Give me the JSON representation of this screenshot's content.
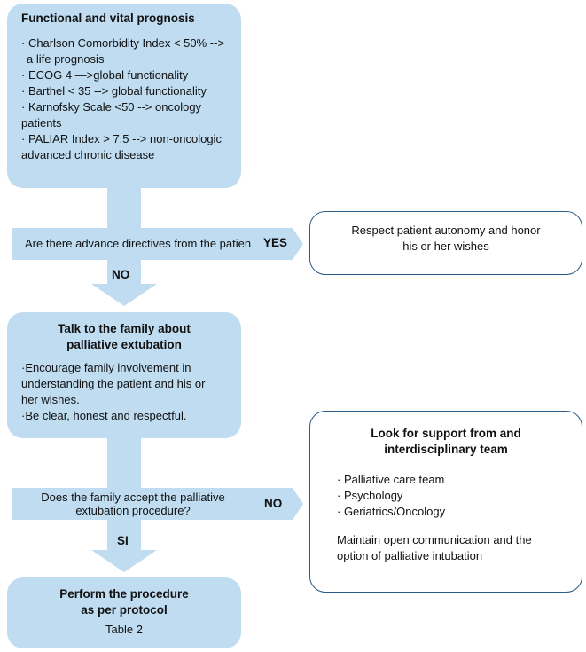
{
  "box1": {
    "title": "Functional and vital prognosis",
    "items": [
      "· Charlson Comorbidity Index < 50% -->",
      "  a life prognosis",
      "· ECOG 4 —>global functionality",
      "· Barthel < 35 --> global functionality",
      "· Karnofsky Scale <50 --> oncology",
      "patients",
      "· PALIAR Index > 7.5 --> non-oncologic",
      "advanced chronic disease"
    ]
  },
  "decision1": {
    "question": "Are there advance directives from the patien",
    "yes_label": "YES",
    "no_label": "NO"
  },
  "respect_box": {
    "lines": [
      "Respect patient autonomy and honor",
      "his or her wishes"
    ]
  },
  "box2": {
    "title_lines": [
      "Talk to the family about",
      "palliative extubation"
    ],
    "items": [
      "·Encourage family involvement in",
      "understanding the patient and his or",
      "her wishes.",
      "·Be clear, honest and respectful."
    ]
  },
  "decision2": {
    "question_lines": [
      "Does the family accept the palliative",
      "extubation procedure?"
    ],
    "no_label": "NO",
    "yes_label": "SI"
  },
  "support_box": {
    "title_lines": [
      "Look for support from and",
      "interdisciplinary team"
    ],
    "items": [
      "· Palliative care team",
      "· Psychology",
      "· Geriatrics/Oncology"
    ],
    "note_lines": [
      "Maintain open communication and the",
      "option of palliative intubation"
    ]
  },
  "box3": {
    "title_lines": [
      "Perform the procedure",
      "as per protocol"
    ],
    "reference": "Table 2"
  },
  "colors": {
    "fill": "#bfdcf1",
    "border": "#2a5a86",
    "white_box": "#ffffff"
  }
}
